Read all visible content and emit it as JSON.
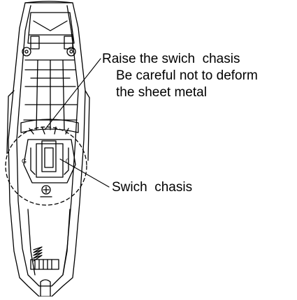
{
  "callouts": {
    "raise": "Raise the swich  chasis",
    "careful": "Be careful not to deform",
    "sheet_metal": "the sheet metal",
    "chassis": "Swich  chasis"
  }
}
